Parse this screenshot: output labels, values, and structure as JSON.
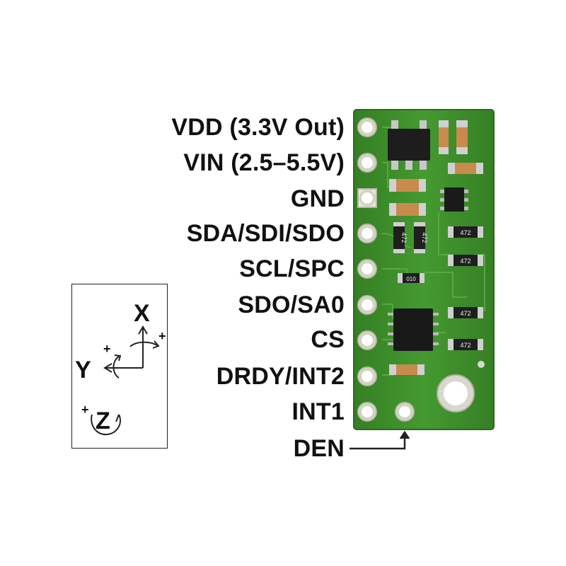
{
  "pins": [
    {
      "label": "VDD (3.3V Out)"
    },
    {
      "label": "VIN (2.5–5.5V)"
    },
    {
      "label": "GND"
    },
    {
      "label": "SDA/SDI/SDO"
    },
    {
      "label": "SCL/SPC"
    },
    {
      "label": "SDO/SA0"
    },
    {
      "label": "CS"
    },
    {
      "label": "DRDY/INT2"
    },
    {
      "label": "INT1"
    },
    {
      "label": "DEN"
    }
  ],
  "resistor_markings": [
    "472",
    "472",
    "472",
    "472",
    "472",
    "472",
    "010"
  ],
  "axes": {
    "x": "X",
    "y": "Y",
    "z": "Z",
    "plus": "+"
  },
  "colors": {
    "pcb": "#3f8f2c",
    "pcb_dark": "#2e6e1f",
    "pad": "#d9d9c8",
    "chip": "#1a1a1a"
  }
}
